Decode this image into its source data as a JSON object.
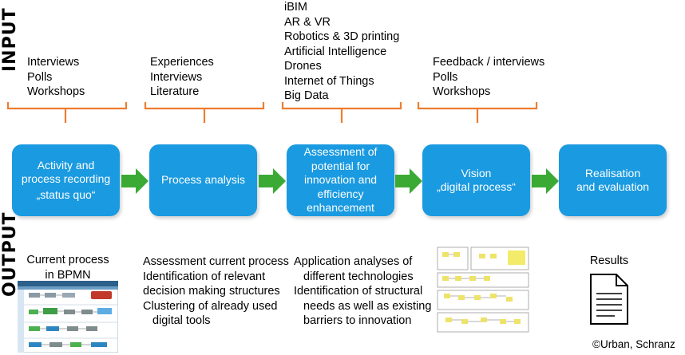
{
  "side_labels": {
    "input": "INPUT",
    "output": "OUTPUT"
  },
  "inputs": [
    {
      "lines": [
        "Interviews",
        "Polls",
        "Workshops"
      ]
    },
    {
      "lines": [
        "Experiences",
        "Interviews",
        "Literature"
      ]
    },
    {
      "lines": [
        "iBIM",
        "AR & VR",
        "Robotics & 3D printing",
        "Artificial Intelligence",
        "Drones",
        "Internet of Things",
        "Big Data"
      ]
    },
    {
      "lines": [
        "Feedback / interviews",
        "Polls",
        "Workshops"
      ]
    }
  ],
  "steps": [
    {
      "lines": [
        "Activity and",
        "process recording",
        "„status quo“"
      ]
    },
    {
      "lines": [
        "Process analysis"
      ]
    },
    {
      "lines": [
        "Assessment of",
        "potential for",
        "innovation and",
        "efficiency",
        "enhancement"
      ]
    },
    {
      "lines": [
        "Vision",
        "„digital process“"
      ]
    },
    {
      "lines": [
        "Realisation",
        "and evaluation"
      ]
    }
  ],
  "outputs": [
    {
      "lines": [
        "Current process",
        "in BPMN"
      ]
    },
    {
      "lines": [
        "Assessment current process",
        "Identification of relevant",
        "decision making structures",
        "Clustering of already used",
        "digital tools"
      ]
    },
    {
      "lines": [
        "Application analyses of",
        "different technologies",
        "Identification of structural",
        "needs as well as existing",
        "barriers to innovation"
      ]
    },
    {
      "lines": [
        "Results"
      ]
    }
  ],
  "credit": "©Urban, Schranz",
  "colors": {
    "step_fill": "#1a9ae0",
    "arrow": "#3aaa35",
    "brace": "#ed7d31"
  }
}
